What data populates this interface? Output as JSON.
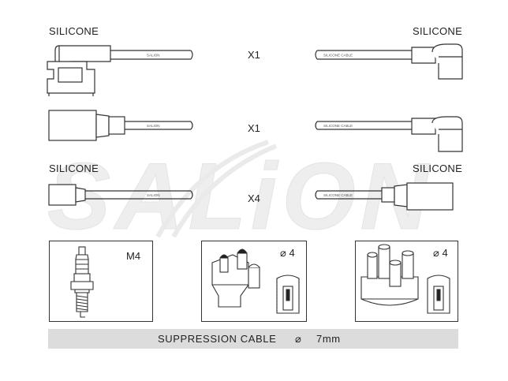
{
  "labels": {
    "top_left": "SILICONE",
    "top_right": "SILICONE",
    "mid_left": "SILICONE",
    "mid_right": "SILICONE"
  },
  "quantities": [
    "X1",
    "X1",
    "X4"
  ],
  "cable_print": {
    "left": "SALION",
    "right": "SILICONE CABLE"
  },
  "watermark": "SALiON",
  "boxes": {
    "spark_plug": {
      "label": "M4"
    },
    "distributor_a": {
      "label": "⌀ 4"
    },
    "distributor_b": {
      "label": "⌀ 4"
    }
  },
  "footer": {
    "text": "SUPPRESSION CABLE",
    "symbol": "⌀",
    "size": "7mm"
  },
  "colors": {
    "line": "#333333",
    "footer_bg": "#dcdcdc",
    "watermark": "#ececec"
  }
}
